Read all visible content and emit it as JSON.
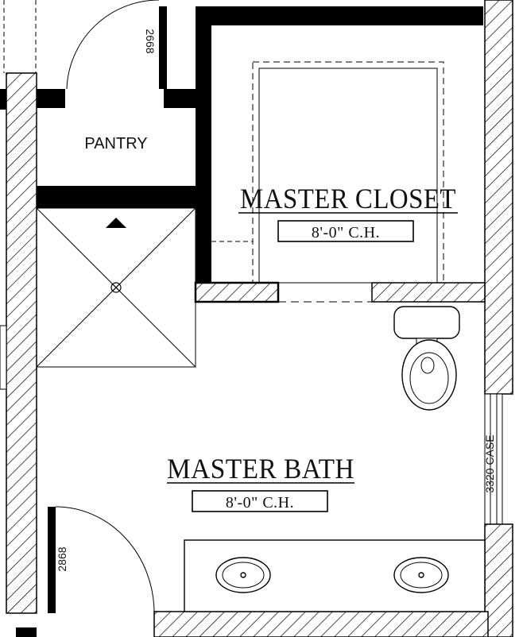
{
  "rooms": {
    "closet": {
      "name": "MASTER CLOSET",
      "ceiling": "8'-0\" C.H."
    },
    "bath": {
      "name": "MASTER BATH",
      "ceiling": "8'-0\" C.H."
    },
    "pantry": {
      "name": "PANTRY"
    }
  },
  "doors": {
    "pantry_door": "2668",
    "bath_door": "2868",
    "window_case": "3320 CASE"
  }
}
